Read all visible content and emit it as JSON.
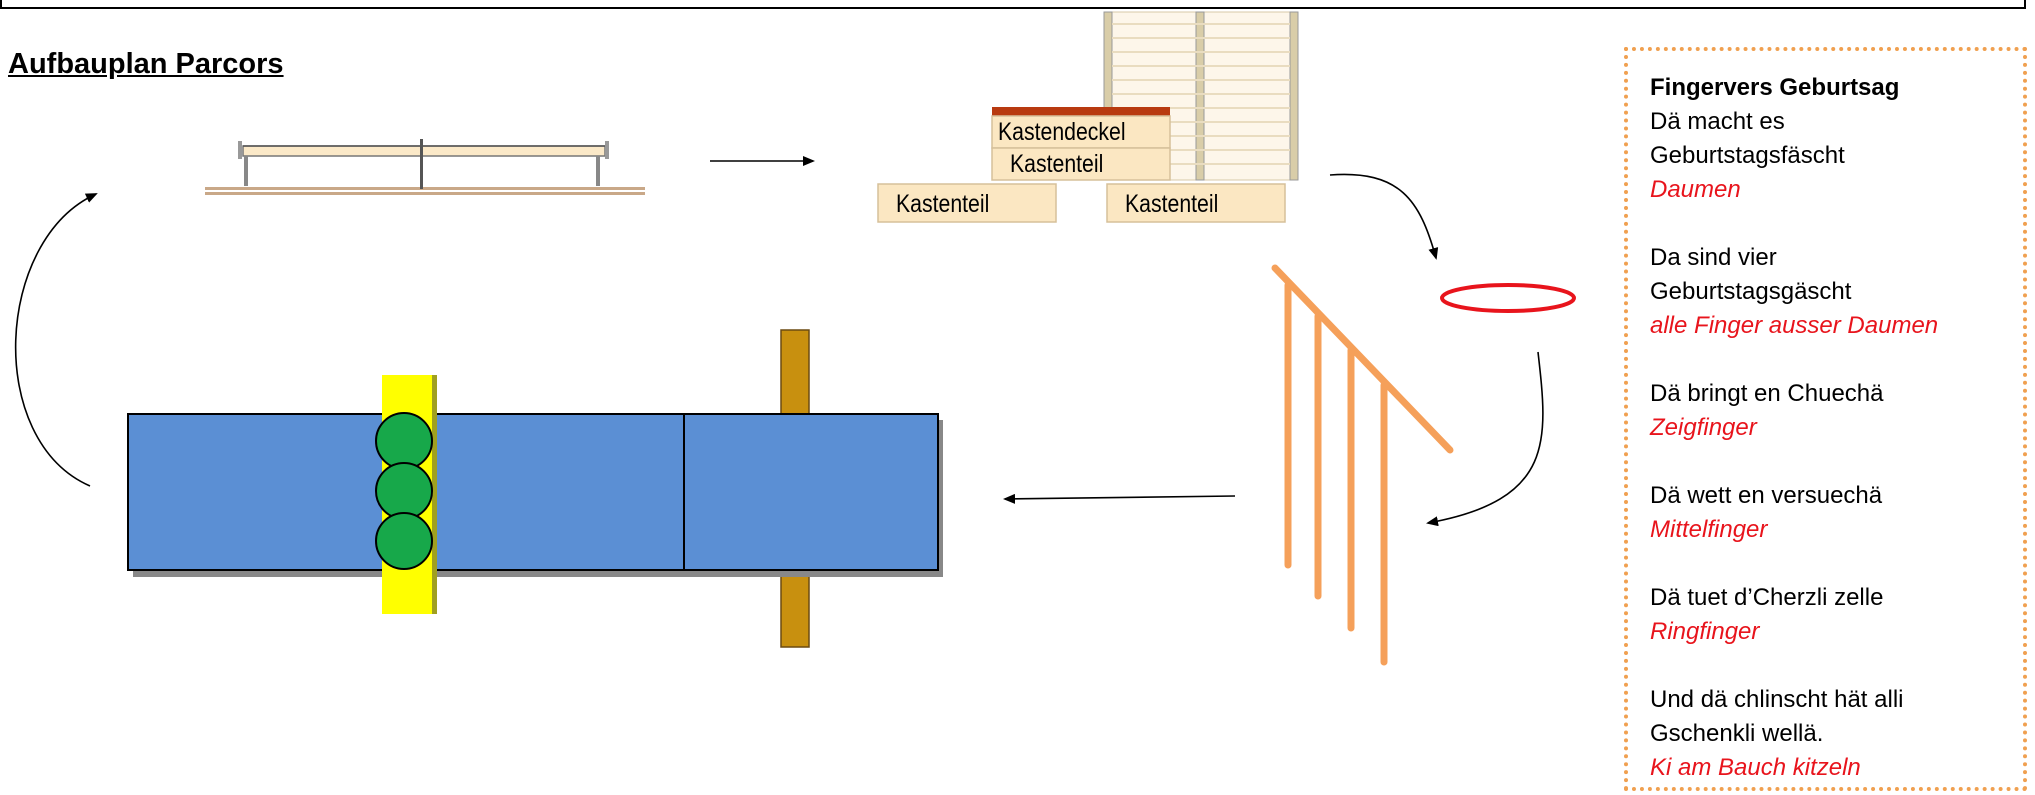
{
  "page": {
    "title": "Aufbauplan Parcors"
  },
  "stations": {
    "box_labels": [
      "Kastendeckel",
      "Kastenteil",
      "Kastenteil",
      "Kastenteil"
    ]
  },
  "verse": {
    "title": "Fingervers Geburtsag",
    "stanzas": [
      {
        "lines": [
          "Dä macht es",
          "Geburtstagsfäscht"
        ],
        "action": "Daumen"
      },
      {
        "lines": [
          "Da sind vier",
          "Geburtstagsgäscht"
        ],
        "action": "alle Finger ausser Daumen"
      },
      {
        "lines": [
          "Dä bringt en Chuechä"
        ],
        "action": "Zeigfinger"
      },
      {
        "lines": [
          "Dä wett en versuechä"
        ],
        "action": "Mittelfinger"
      },
      {
        "lines": [
          "Dä tuet d’Cherzli zelle"
        ],
        "action": "Ringfinger"
      },
      {
        "lines": [
          "Und dä chlinscht hät alli",
          "Gschenkli wellä."
        ],
        "action": "Ki am Bauch kitzeln"
      }
    ]
  },
  "colors": {
    "mat_blue": "#5b8fd4",
    "bench_yellow": "#ffff00",
    "ball_green": "#17a84a",
    "pole_brown": "#c8900f",
    "ladder_orange": "#f5a05a",
    "hoop_red": "#e8141c",
    "verse_action_red": "#e8141c",
    "box_fill": "#fbe7c2",
    "box_lid": "#b83a10",
    "dotted_border": "#f0a050"
  }
}
